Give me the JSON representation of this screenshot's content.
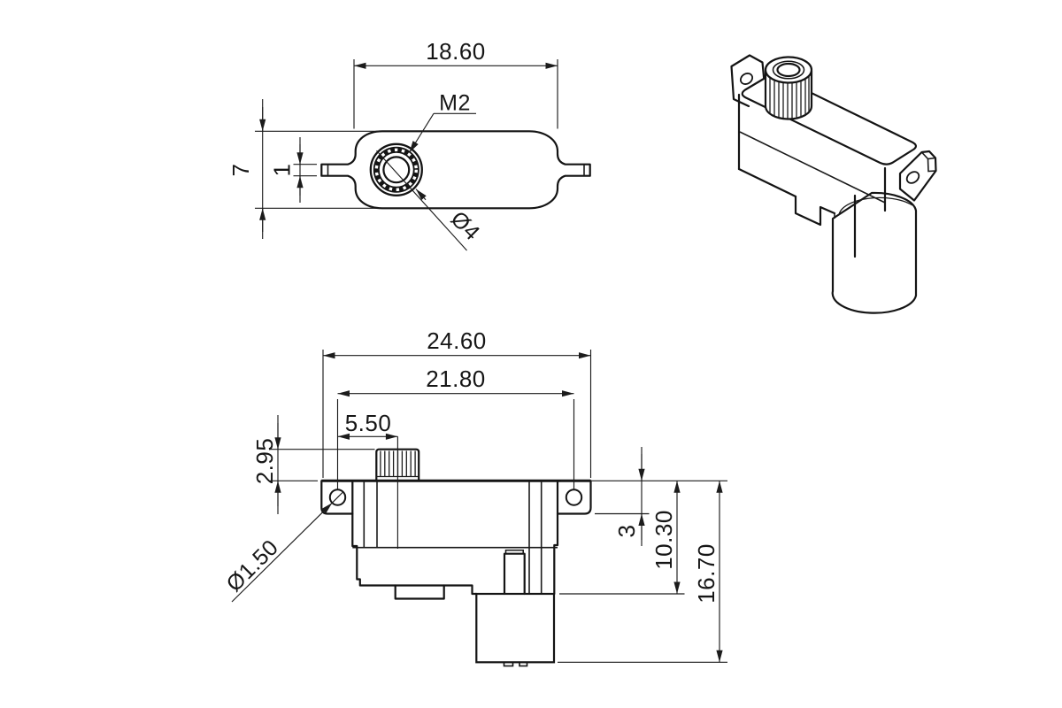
{
  "drawing": {
    "type": "mechanical-dimensional-drawing",
    "part": "micro-servo",
    "views": {
      "top": {
        "dim_body_width": "18.60",
        "dim_body_height": "7",
        "dim_tab_thickness": "1",
        "label_thread": "M2",
        "label_bearing_dia": "Ø4"
      },
      "front": {
        "dim_overall_width": "24.60",
        "dim_hole_span": "21.80",
        "dim_spline_offset": "5.50",
        "dim_spline_height": "2.95",
        "label_hole_dia": "Ø1.50",
        "dim_tab_drop": "3",
        "dim_case_depth": "10.30",
        "dim_overall_depth": "16.70"
      }
    }
  }
}
